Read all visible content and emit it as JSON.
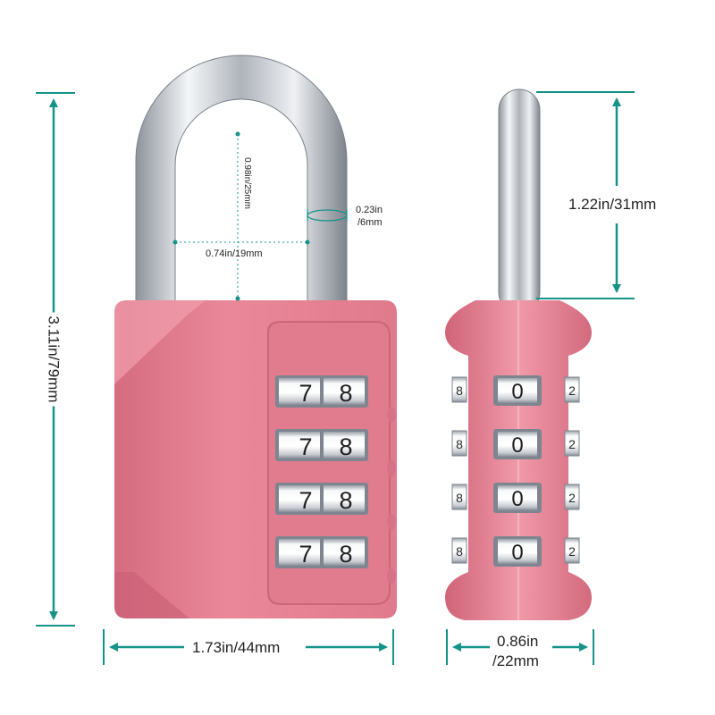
{
  "product": {
    "body_color": "#e57f91",
    "body_shade": "#c9667a",
    "shackle_color": "#c8ccd2",
    "dimension_color": "#15928a"
  },
  "dimensions": {
    "total_height": "3.11in/79mm",
    "body_width": "1.73in/44mm",
    "shackle_inner_height": "0.98in/25mm",
    "shackle_inner_width": "0.74in/19mm",
    "shackle_diameter_line1": "0.23in",
    "shackle_diameter_line2": "/6mm",
    "shackle_clearance": "1.22in/31mm",
    "thickness_line1": "0.86in",
    "thickness_line2": "/22mm"
  },
  "front_wheels": [
    {
      "left": "7",
      "right": "8"
    },
    {
      "left": "7",
      "right": "8"
    },
    {
      "left": "7",
      "right": "8"
    },
    {
      "left": "7",
      "right": "8"
    }
  ],
  "side_wheels": [
    {
      "center": "0",
      "left_edge": "8",
      "right_edge": "2"
    },
    {
      "center": "0",
      "left_edge": "8",
      "right_edge": "2"
    },
    {
      "center": "0",
      "left_edge": "8",
      "right_edge": "2"
    },
    {
      "center": "0",
      "left_edge": "8",
      "right_edge": "2"
    }
  ]
}
